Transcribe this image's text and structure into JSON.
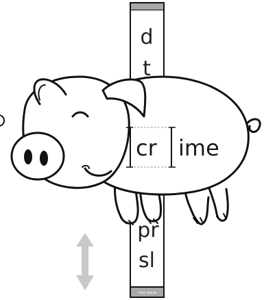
{
  "strip": {
    "top_letters": [
      "d",
      "t"
    ],
    "bottom_letters": [
      "pr",
      "sl"
    ],
    "footer_label": "- ime words"
  },
  "word": {
    "onset": "cr",
    "rime": "ime"
  },
  "colors": {
    "strip_cap": "#a9a9a9",
    "arrow": "#c8c8c8",
    "outline": "#111111",
    "pig_fill": "#ffffff"
  },
  "icons": {
    "arrow": "double-headed-vertical-arrow-icon",
    "pig": "pig-icon"
  }
}
